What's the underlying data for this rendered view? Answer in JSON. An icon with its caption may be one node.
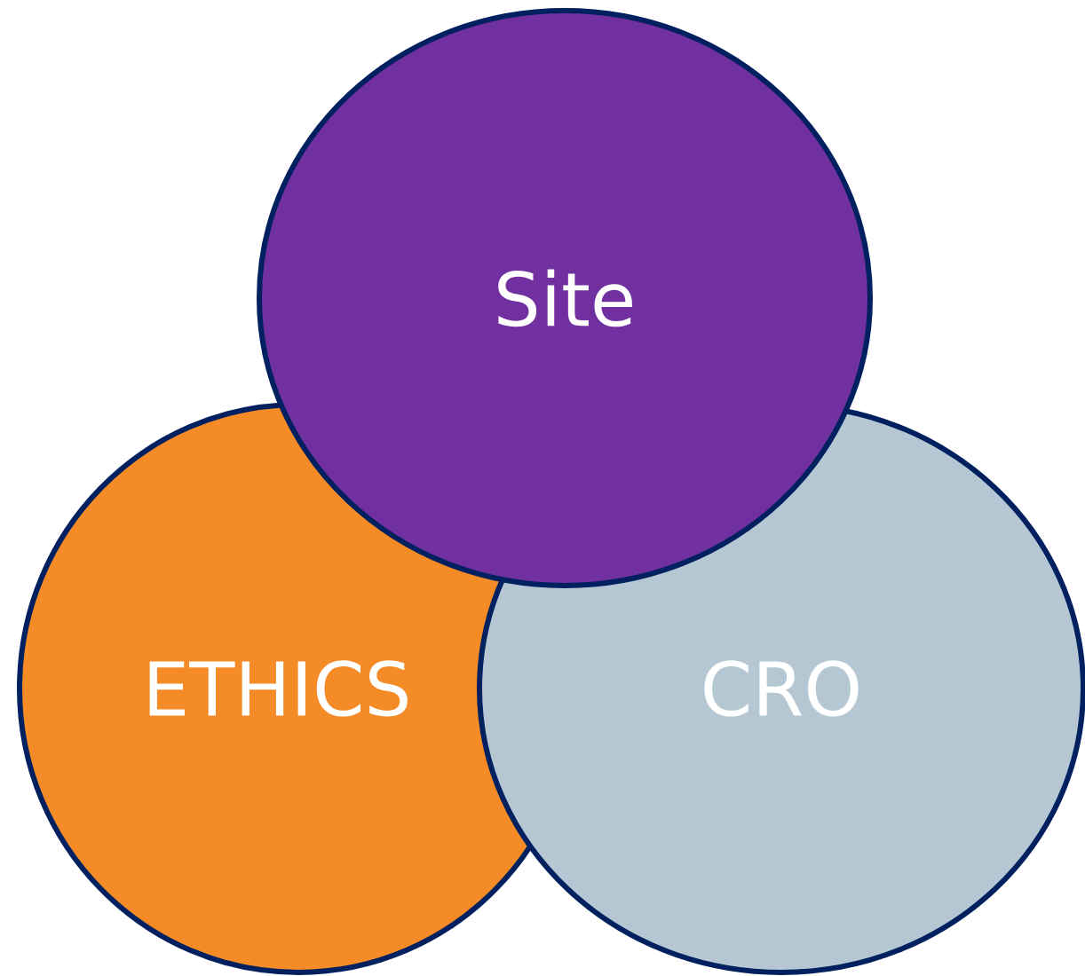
{
  "diagram": {
    "nodes": [
      {
        "text": [
          "Site"
        ]
      },
      {
        "text": [
          "ETHICS"
        ]
      },
      {
        "text": [
          "CRO"
        ]
      }
    ]
  }
}
